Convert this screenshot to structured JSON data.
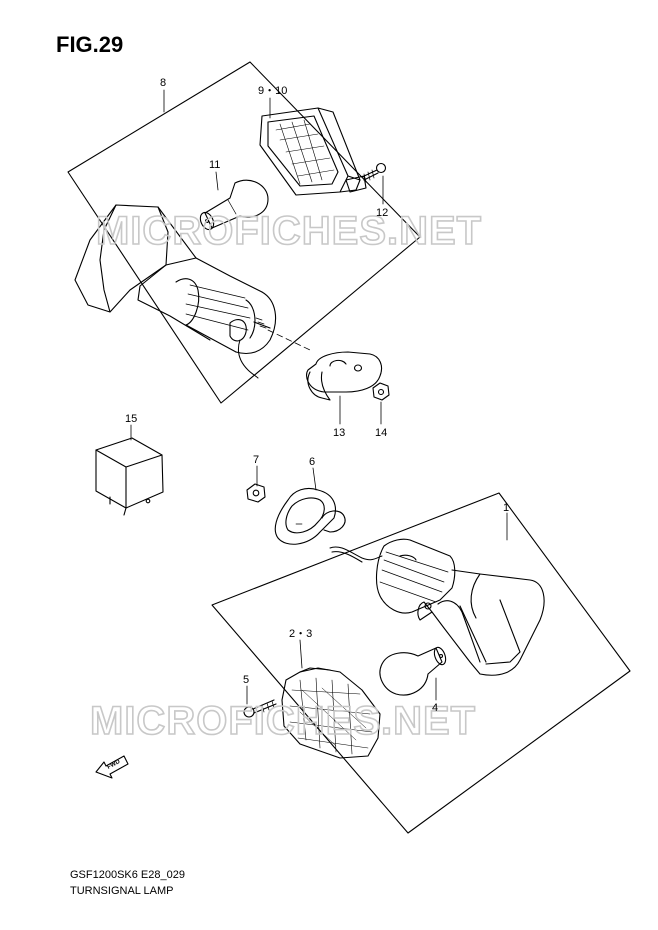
{
  "figure": {
    "title": "FIG.29",
    "code": "GSF1200SK6 E28_029",
    "name": "TURNSIGNAL LAMP"
  },
  "watermark": "MICROFICHES.NET",
  "callouts": {
    "c1": "1",
    "c23": "2・3",
    "c4": "4",
    "c5": "5",
    "c6": "6",
    "c7": "7",
    "c8": "8",
    "c910": "9・10",
    "c11": "11",
    "c12": "12",
    "c13": "13",
    "c14": "14",
    "c15": "15"
  },
  "fwd_label": "FWD",
  "colors": {
    "line": "#000000",
    "watermark": "#c8c8c8"
  }
}
